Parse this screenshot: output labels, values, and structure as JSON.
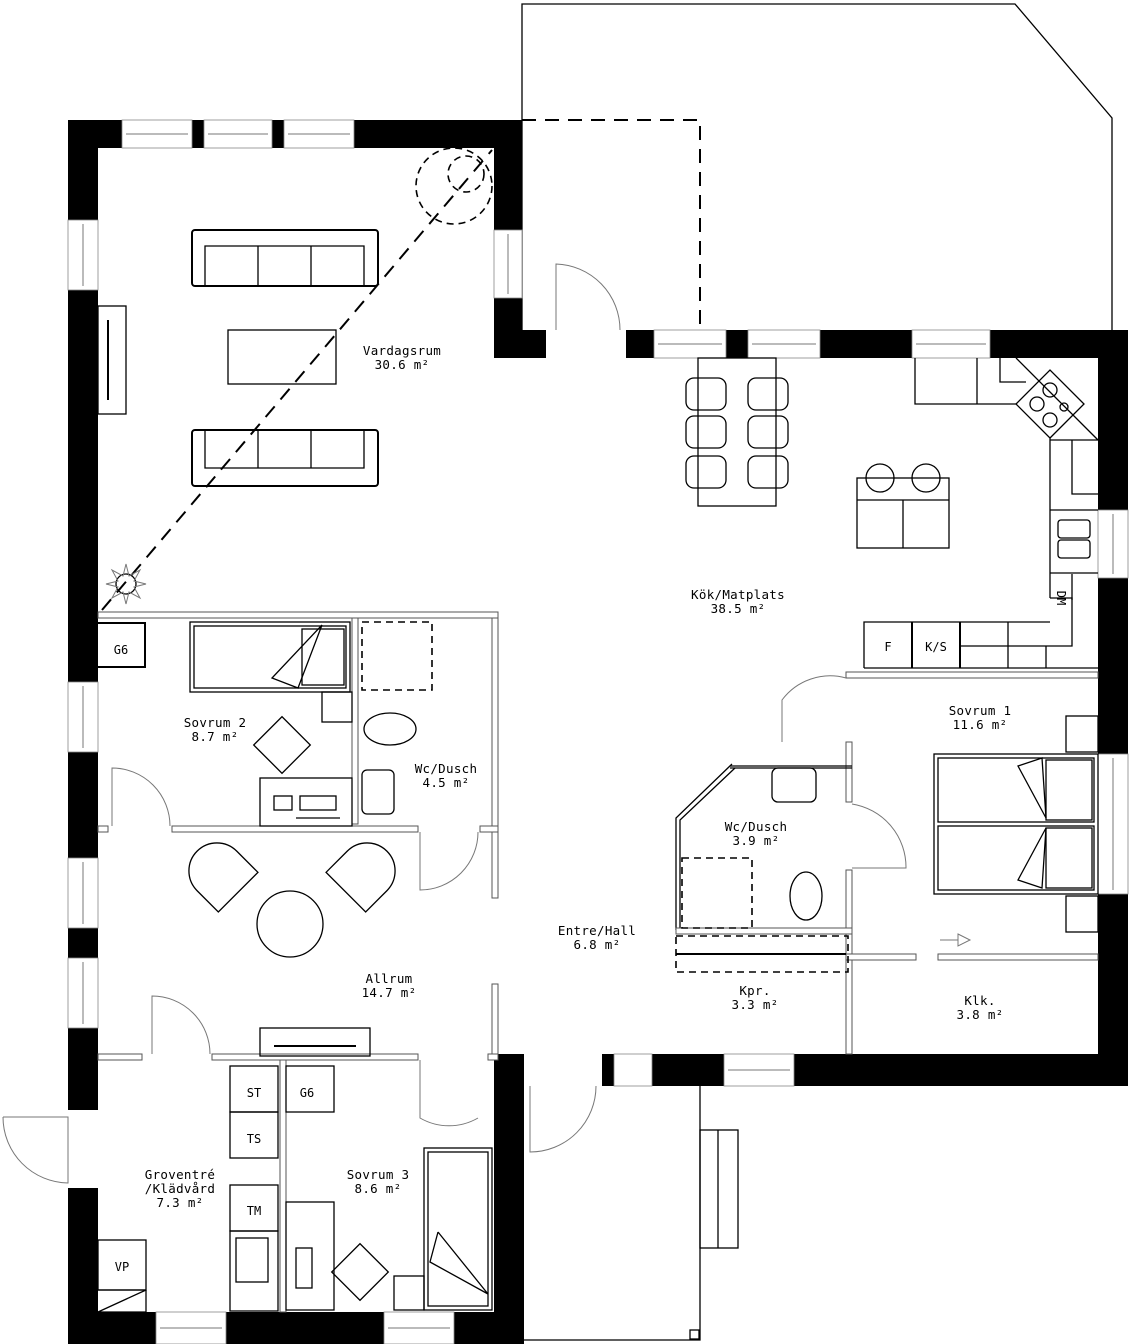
{
  "plan": {
    "type": "residential floor plan",
    "unit": "m²",
    "rooms": [
      {
        "id": "vardagsrum",
        "name": "Vardagsrum",
        "area": "30.6 m²"
      },
      {
        "id": "kok",
        "name": "Kök/Matplats",
        "area": "38.5 m²"
      },
      {
        "id": "sovrum1",
        "name": "Sovrum 1",
        "area": "11.6 m²"
      },
      {
        "id": "sovrum2",
        "name": "Sovrum 2",
        "area": "8.7 m²"
      },
      {
        "id": "wc1",
        "name": "Wc/Dusch",
        "area": "4.5 m²"
      },
      {
        "id": "wc2",
        "name": "Wc/Dusch",
        "area": "3.9 m²"
      },
      {
        "id": "entre",
        "name": "Entre/Hall",
        "area": "6.8 m²"
      },
      {
        "id": "kpr",
        "name": "Kpr.",
        "area": "3.3 m²"
      },
      {
        "id": "klk",
        "name": "Klk.",
        "area": "3.8 m²"
      },
      {
        "id": "allrum",
        "name": "Allrum",
        "area": "14.7 m²"
      },
      {
        "id": "groventre",
        "name": "Groventré",
        "name2": "/Klädvård",
        "area": "7.3 m²"
      },
      {
        "id": "sovrum3",
        "name": "Sovrum 3",
        "area": "8.6 m²"
      }
    ],
    "appliance_tags": {
      "g6_bedroom2": "G6",
      "fridge": "F",
      "fridge_freezer": "K/S",
      "dishwasher": "DM",
      "st": "ST",
      "ts": "TS",
      "tm": "TM",
      "g6_bedroom3": "G6",
      "vp": "VP"
    },
    "colors": {
      "wall": "#000000",
      "background": "#ffffff",
      "partition": "#555555",
      "window": "#888888"
    }
  }
}
